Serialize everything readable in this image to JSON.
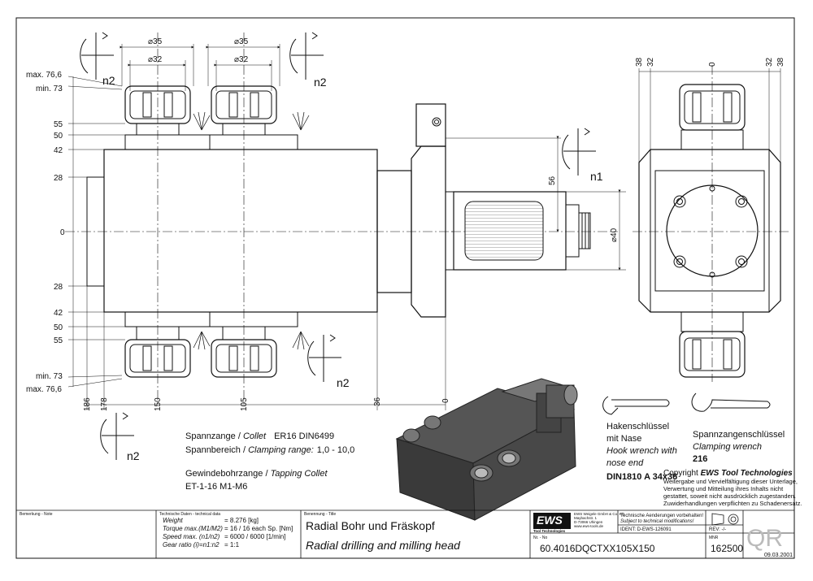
{
  "front_view": {
    "left_dims": [
      "max. 76,6",
      "min. 73",
      "55",
      "50",
      "42",
      "28",
      "0",
      "28",
      "42",
      "50",
      "55",
      "min. 73",
      "max. 76,6"
    ],
    "bottom_dims": [
      "186",
      "178",
      "150",
      "105",
      "36",
      "0"
    ],
    "collet_dia_outer": "⌀35",
    "collet_dia_inner": "⌀32",
    "collet_dia_outer_2": "⌀35",
    "collet_dia_inner_2": "⌀32",
    "shank_dia": "⌀40",
    "shank_dim": "56",
    "n1": "n1",
    "n2_top_left": "n2",
    "n2_top_right": "n2",
    "n2_bottom": "n2",
    "n2_side": "n2"
  },
  "side_view": {
    "top_dims": [
      "38",
      "32",
      "0",
      "32",
      "38"
    ]
  },
  "specs": {
    "collet_label": "Spannzange / ",
    "collet_label_en": "Collet",
    "collet_value": "ER16   DIN6499",
    "clamping_label": "Spannbereich / ",
    "clamping_label_en": "Clamping range:",
    "clamping_value": "1,0 - 10,0",
    "tapping_label": "Gewindebohrzange / ",
    "tapping_label_en": "Tapping Collet",
    "tapping_value": "ET-1-16   M1-M6"
  },
  "accessories": {
    "hook_de1": "Hakenschlüssel",
    "hook_de2": "mit Nase",
    "hook_en1": "Hook wrench with",
    "hook_en2": "nose end",
    "hook_norm": "DIN1810 A 34x36",
    "clamp_de": "Spannzangenschlüssel",
    "clamp_en": "Clamping wrench",
    "clamp_no": "216"
  },
  "copyright": {
    "title_prefix": "Copyright ",
    "title_brand": "EWS Tool Technologies",
    "line1": "Weitergabe und Vervielfältigung dieser Unterlage,",
    "line2": "Verwertung und Mitteilung ihres Inhalts nicht",
    "line3": "gestattet, soweit nicht ausdrücklich zugestanden.",
    "line4": "Zuwiderhandlungen verpflichten zu Schadenersatz."
  },
  "title_block": {
    "note_header": "Bemerkung - Note",
    "tech_header": "Technische Daten - technical data",
    "weight_label": "Weight",
    "weight_value": "= 8.276 [kg]",
    "torque_label": "Torque max.(M1/M2)",
    "torque_value": "= 16 / 16 each Sp. [Nm]",
    "speed_label": "Speed max.  (n1/n2)",
    "speed_value": "= 6000 / 6000 [1/min]",
    "ratio_label": "Gear ratio    (i)=n1:n2",
    "ratio_value": "= 1:1",
    "name_header": "Benennung - Title",
    "title_de": "Radial Bohr und Fräskopf",
    "title_en": "Radial drilling and milling head",
    "logo": "EWS",
    "logo_sub": "Tool Technologies",
    "company1": "EWS Weigele GmbH & Co. KG",
    "company2": "Maybachstr. 1",
    "company3": "D-73066 Uhingen",
    "company4": "www.ews-tools.de",
    "change1": "Technische Aenderungen vorbehalten!",
    "change2": "Subject to technical modifications!",
    "ident": "IDENT:  D-EWS-126091",
    "rev": "REV:  -/-",
    "nr_header": "Nr. - No",
    "part_no": "60.4016DQCTXX105X150",
    "mnr_header": "MNR",
    "mnr": "162500",
    "qr": "QR",
    "date": "09.03.2001"
  }
}
